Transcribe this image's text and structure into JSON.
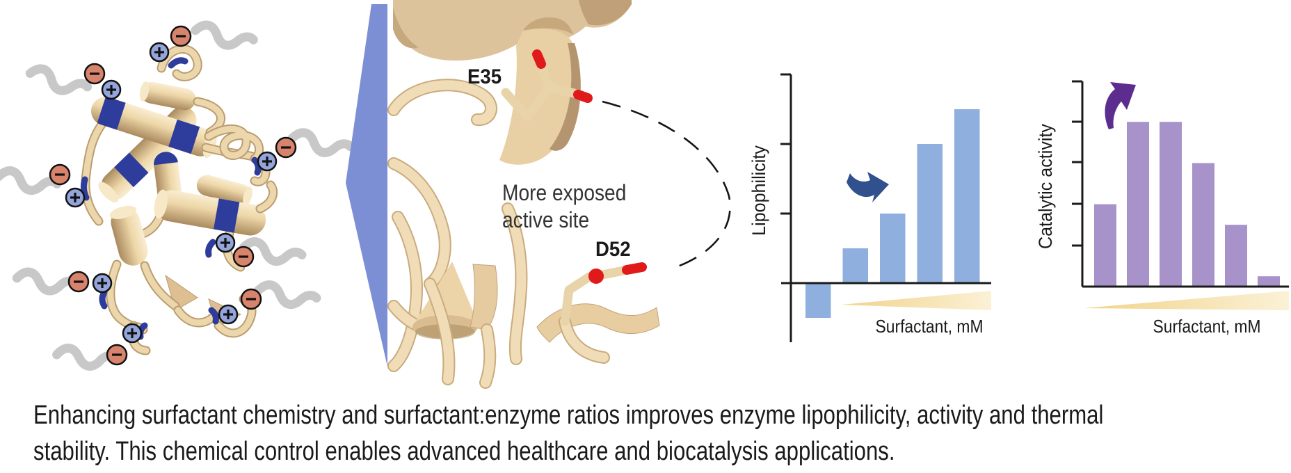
{
  "figure_type": "graphical abstract",
  "active_site_panel": {
    "residue_label_top": "E35",
    "residue_label_bottom": "D52",
    "annotation_line1": "More exposed",
    "annotation_line2": "active site"
  },
  "caption": {
    "line1": "Enhancing surfactant chemistry and surfactant:enzyme ratios improves enzyme lipophilicity, activity and thermal",
    "line2": "stability. This chemical control enables advanced healthcare and biocatalysis applications."
  },
  "chart_data": [
    {
      "type": "bar",
      "title": "",
      "ylabel": "Lipophilicity",
      "xlabel": "Surfactant, mM",
      "values": [
        -0.5,
        0.5,
        1.0,
        2.0,
        2.5
      ],
      "ylim": [
        -1,
        3
      ],
      "y_tick_step": 1,
      "x_tick_labels": [],
      "grid": false,
      "legend": false,
      "bar_color": "#8fb0de",
      "annotation": "curved arrow indicating lipophilicity increases with surfactant",
      "x_axis_gradient": "gold wedge: surfactant concentration increases left to right"
    },
    {
      "type": "bar",
      "title": "",
      "ylabel": "Catalytic activity",
      "xlabel": "Surfactant, mM",
      "values": [
        2.0,
        4.0,
        4.0,
        3.0,
        1.5,
        0.25
      ],
      "ylim": [
        0,
        5
      ],
      "y_tick_step": 1,
      "x_tick_labels": [],
      "grid": false,
      "legend": false,
      "bar_color": "#a792c9",
      "annotation": "curved arrow indicating activity boost at intermediate surfactant",
      "x_axis_gradient": "gold wedge: surfactant concentration increases left to right"
    }
  ],
  "icons": {
    "positive_charge": "plus-in-circle",
    "negative_charge": "minus-in-circle",
    "surfactant_tail": "gray-squiggle",
    "magnifier_wedge": "blue-triangle",
    "trend_arrow_blue": "curved-up-right-arrow",
    "trend_arrow_purple": "curved-up-right-arrow"
  },
  "colors": {
    "bar_blue": "#8fb0de",
    "bar_purple": "#a792c9",
    "arrow_blue": "#31508e",
    "arrow_purple": "#5c2d8e",
    "wedge_blue": "#7c8fd4",
    "gold_wedge": "#f4d995",
    "protein_tan": "#ecd4a7",
    "helix_band_blue": "#2e3c9c",
    "positive_fill": "#93a5da",
    "negative_fill": "#d8846c",
    "surfactant_gray": "#c8c8c8",
    "stick_red": "#e01a1a",
    "axis": "#1a1a1a",
    "text": "#2a2a2a"
  }
}
